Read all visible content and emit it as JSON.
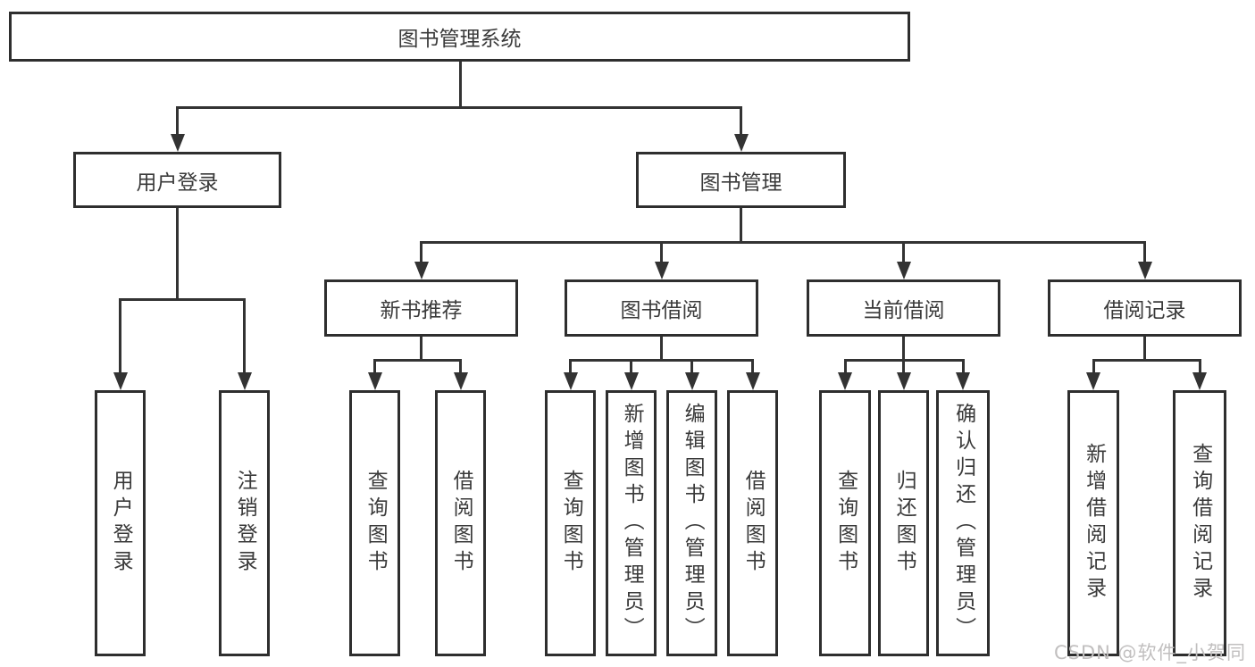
{
  "colors": {
    "line": "#333333",
    "box_border": "#2e2e2e",
    "text": "#3a3a3a",
    "background": "#ffffff",
    "watermark_text": "#c1bfbf"
  },
  "watermark": "CSDN @软件_小贺同学",
  "tree": {
    "root": {
      "label": "图书管理系统"
    },
    "branches": [
      {
        "label": "用户登录",
        "children": [
          {
            "label": "用户登录"
          },
          {
            "label": "注销登录"
          }
        ]
      },
      {
        "label": "图书管理",
        "children": [
          {
            "label": "新书推荐",
            "children": [
              {
                "label": "查询图书"
              },
              {
                "label": "借阅图书"
              }
            ]
          },
          {
            "label": "图书借阅",
            "children": [
              {
                "label": "查询图书"
              },
              {
                "label": "新增图书（管理员）"
              },
              {
                "label": "编辑图书（管理员）"
              },
              {
                "label": "借阅图书"
              }
            ]
          },
          {
            "label": "当前借阅",
            "children": [
              {
                "label": "查询图书"
              },
              {
                "label": "归还图书"
              },
              {
                "label": "确认归还（管理员）"
              }
            ]
          },
          {
            "label": "借阅记录",
            "children": [
              {
                "label": "新增借阅记录"
              },
              {
                "label": "查询借阅记录"
              }
            ]
          }
        ]
      }
    ]
  }
}
